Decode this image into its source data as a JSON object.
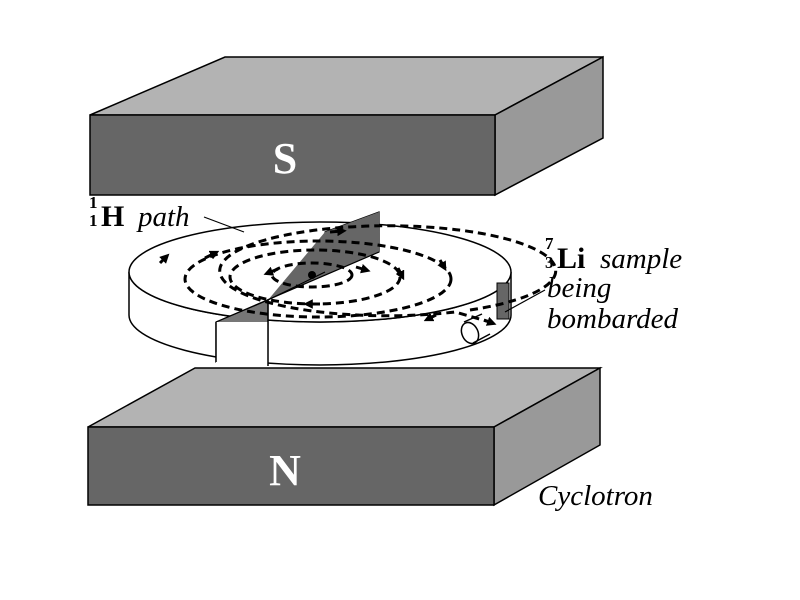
{
  "magnets": {
    "top_pole": "S",
    "bottom_pole": "N"
  },
  "labels": {
    "proton_mass_number": "1",
    "proton_atomic_number": "1",
    "proton_symbol": "H",
    "proton_path_word": "path",
    "target_mass_number": "7",
    "target_atomic_number": "3",
    "target_symbol": "Li",
    "target_line1": "sample",
    "target_line2": "being",
    "target_line3": "bombarded",
    "caption": "Cyclotron"
  },
  "colors": {
    "magnet_front": "#666666",
    "magnet_top": "#b3b3b3",
    "magnet_side": "#999999",
    "dee_face": "#ffffff",
    "gap_fill": "#555555"
  }
}
